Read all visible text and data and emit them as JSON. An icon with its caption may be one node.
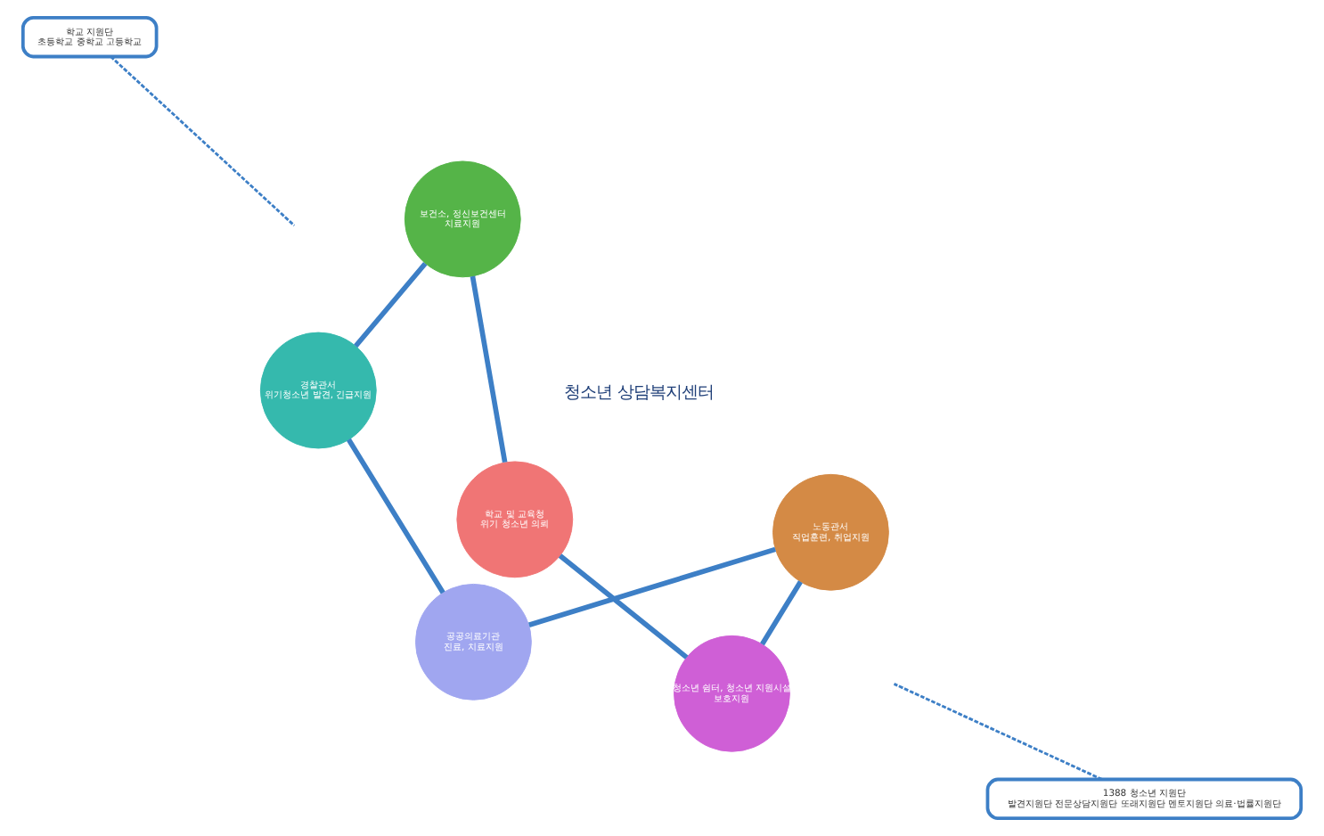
{
  "diagram": {
    "nodes": [
      {
        "text": [
          "학교 및 교육청",
          "위기 청소년 의뢰"
        ]
      },
      {
        "text": [
          "보건소, 정신보건센터",
          "치료지원"
        ]
      },
      {
        "text": [
          "청소년 쉼터, 청소년 지원시설",
          "보호지원"
        ]
      },
      {
        "text": [
          "학교 지원단",
          "초등학교 중학교 고등학교"
        ]
      },
      {
        "text": [
          "1388 청소년 지원단",
          "발견지원단 전문상담지원단 또래지원단 멘토지원단 의료·법률지원단"
        ]
      },
      {
        "text": [
          "청소년 상담복지센터"
        ]
      },
      {
        "text": [
          "경찰관서",
          "위기청소년 발견, 긴급지원"
        ]
      },
      {
        "text": [
          "노동관서",
          "직업훈련, 취업지원"
        ]
      },
      {
        "text": [
          "공공의료기관",
          "진료, 치료지원"
        ]
      }
    ],
    "edges": [
      {
        "from": 0,
        "to": 2,
        "arrow": "none"
      },
      {
        "from": 2,
        "to": 7,
        "arrow": "none"
      },
      {
        "from": 7,
        "to": 8,
        "arrow": "none"
      },
      {
        "from": 8,
        "to": 6,
        "arrow": "none"
      },
      {
        "from": 6,
        "to": 1,
        "arrow": "none"
      },
      {
        "from": 1,
        "to": 0,
        "arrow": "none"
      },
      {
        "from": 3,
        "to": null,
        "arrow": "none",
        "style": "dashed"
      },
      {
        "from": 4,
        "to": null,
        "arrow": "none",
        "style": "dashed"
      }
    ]
  }
}
